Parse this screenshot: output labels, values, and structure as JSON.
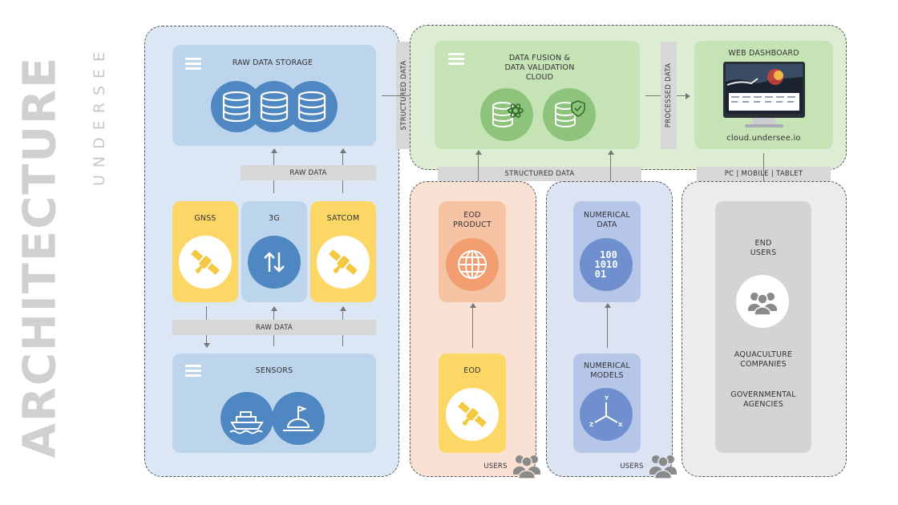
{
  "title": {
    "main": "ARCHITECTURE",
    "brand": "UNDERSEE"
  },
  "colors": {
    "blue_panel": "#dbe7f5",
    "blue_box": "#bcd5ec",
    "blue_icon": "#4f87c2",
    "yellow": "#fcd766",
    "green_panel": "#dcedd3",
    "green_box": "#c6e3b6",
    "green_icon": "#8dc37a",
    "peach_panel": "#f9e1d4",
    "peach_box": "#f6c3a5",
    "orange_icon": "#f29e70",
    "lav_panel": "#dce3f3",
    "lav_box": "#b5c6e8",
    "lav_icon": "#6f8fce",
    "gray_panel": "#ececec",
    "gray_box": "#d4d4d4"
  },
  "left": {
    "raw_storage": {
      "label": "RAW DATA STORAGE",
      "icon": "database-icon"
    },
    "raw_data_top": "RAW DATA",
    "gnss": {
      "label": "GNSS",
      "icon": "satellite-icon"
    },
    "g3": {
      "label": "3G",
      "icon": "up-down-arrows-icon"
    },
    "satcom": {
      "label": "SATCOM",
      "icon": "satellite-icon"
    },
    "raw_data_bottom": "RAW DATA",
    "sensors": {
      "label": "SENSORS",
      "icons": [
        "ship-icon",
        "buoy-icon"
      ]
    }
  },
  "structured_data_vertical": "STRUCTURED DATA",
  "cloud": {
    "label_line1": "DATA FUSION &",
    "label_line2": "DATA VALIDATION",
    "label_line3": "CLOUD",
    "icons": [
      "database-atom-icon",
      "database-shield-icon"
    ]
  },
  "processed_data": "PROCESSED DATA",
  "dashboard": {
    "label": "WEB DASHBOARD",
    "url": "cloud.undersee.io",
    "icon": "monitor-icon"
  },
  "structured_data_horizontal": "STRUCTURED DATA",
  "devices": "PC | MOBILE | TABLET",
  "eod": {
    "product_line1": "EOD",
    "product_line2": "PRODUCT",
    "source": "EOD",
    "users": "USERS",
    "icons": [
      "globe-icon",
      "satellite-icon",
      "users-icon"
    ]
  },
  "numerical": {
    "data_line1": "NUMERICAL",
    "data_line2": "DATA",
    "binary_line1": "100",
    "binary_line2": "1010",
    "binary_line3": "01",
    "models_line1": "NUMERICAL",
    "models_line2": "MODELS",
    "users": "USERS",
    "icons": [
      "axes-icon",
      "users-icon"
    ]
  },
  "end_users": {
    "line1": "END",
    "line2": "USERS",
    "aqua_line1": "AQUACULTURE",
    "aqua_line2": "COMPANIES",
    "gov_line1": "GOVERNMENTAL",
    "gov_line2": "AGENCIES",
    "icon": "users-icon"
  }
}
